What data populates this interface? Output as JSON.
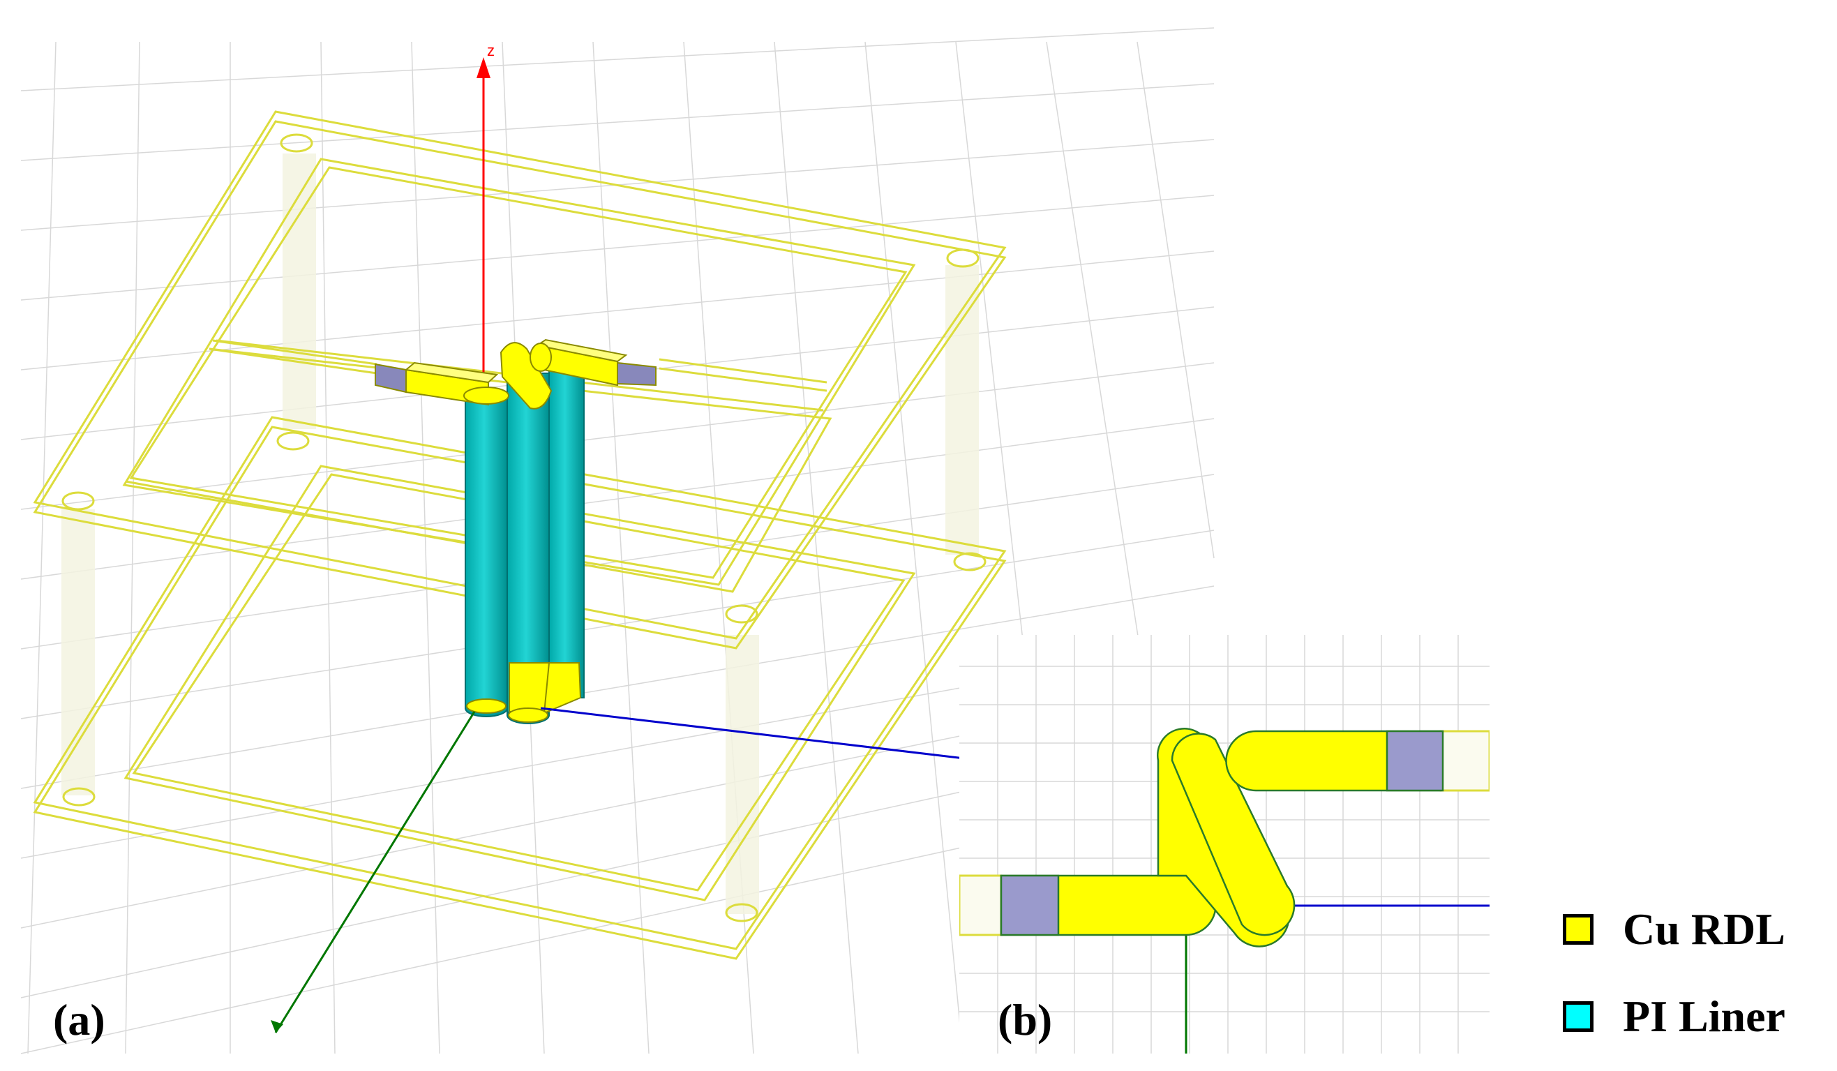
{
  "panels": {
    "a_label": "(a)",
    "b_label": "(b)"
  },
  "axes": {
    "z_label": "z"
  },
  "legend": [
    {
      "label": "Cu RDL",
      "color": "#ffff00"
    },
    {
      "label": "PI Liner",
      "color": "#00ffff"
    }
  ],
  "colors": {
    "copper": "#ffff00",
    "copper_edge": "#9a9a00",
    "liner": "#00b4b4",
    "pad": "#9a9acc",
    "frame": "#dcdc3c",
    "grid": "#d8d8d8",
    "z_axis": "#ff0000",
    "x_axis": "#0000cc",
    "y_axis": "#007700"
  }
}
